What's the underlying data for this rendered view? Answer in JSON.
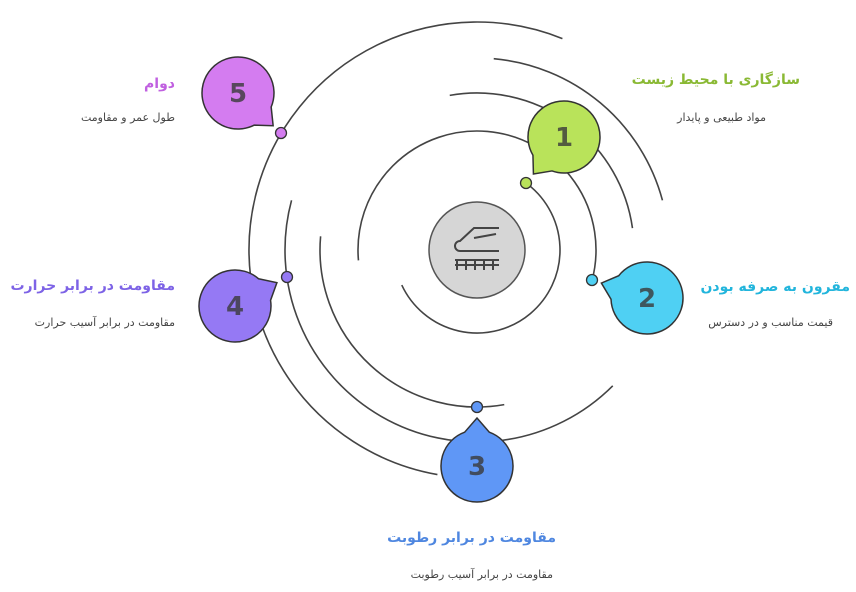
{
  "center": {
    "icon": "train-icon"
  },
  "items": [
    {
      "number": "1",
      "title": "سازگاری با محیط زیست",
      "desc": "مواد طبیعی و پایدار",
      "color": "#8ab934",
      "fill": "#b9e35a"
    },
    {
      "number": "2",
      "title": "مقرون به صرفه بودن",
      "desc": "قیمت مناسب و در دسترس",
      "color": "#22b5dc",
      "fill": "#4fd0f3"
    },
    {
      "number": "3",
      "title": "مقاومت در برابر رطوبت",
      "desc": "مقاومت در برابر آسیب رطوبت",
      "color": "#4f87e0",
      "fill": "#5f97f6"
    },
    {
      "number": "4",
      "title": "مقاومت در برابر حرارت",
      "desc": "مقاومت در برابر آسیب حرارت",
      "color": "#7d63e6",
      "fill": "#9579f4"
    },
    {
      "number": "5",
      "title": "دوام",
      "desc": "طول عمر و مقاومت",
      "color": "#c060e0",
      "fill": "#d47cf0"
    }
  ]
}
